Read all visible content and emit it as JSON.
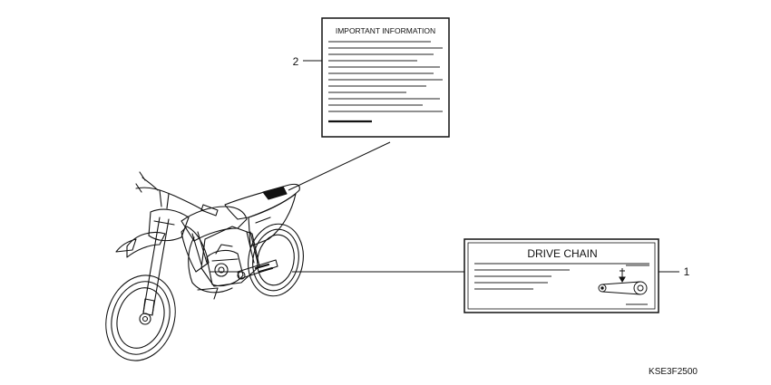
{
  "label_important": {
    "callout": "2",
    "title": "IMPORTANT INFORMATION"
  },
  "label_drive_chain": {
    "callout": "1",
    "title": "DRIVE CHAIN"
  },
  "diagram_code": "KSE3F2500"
}
